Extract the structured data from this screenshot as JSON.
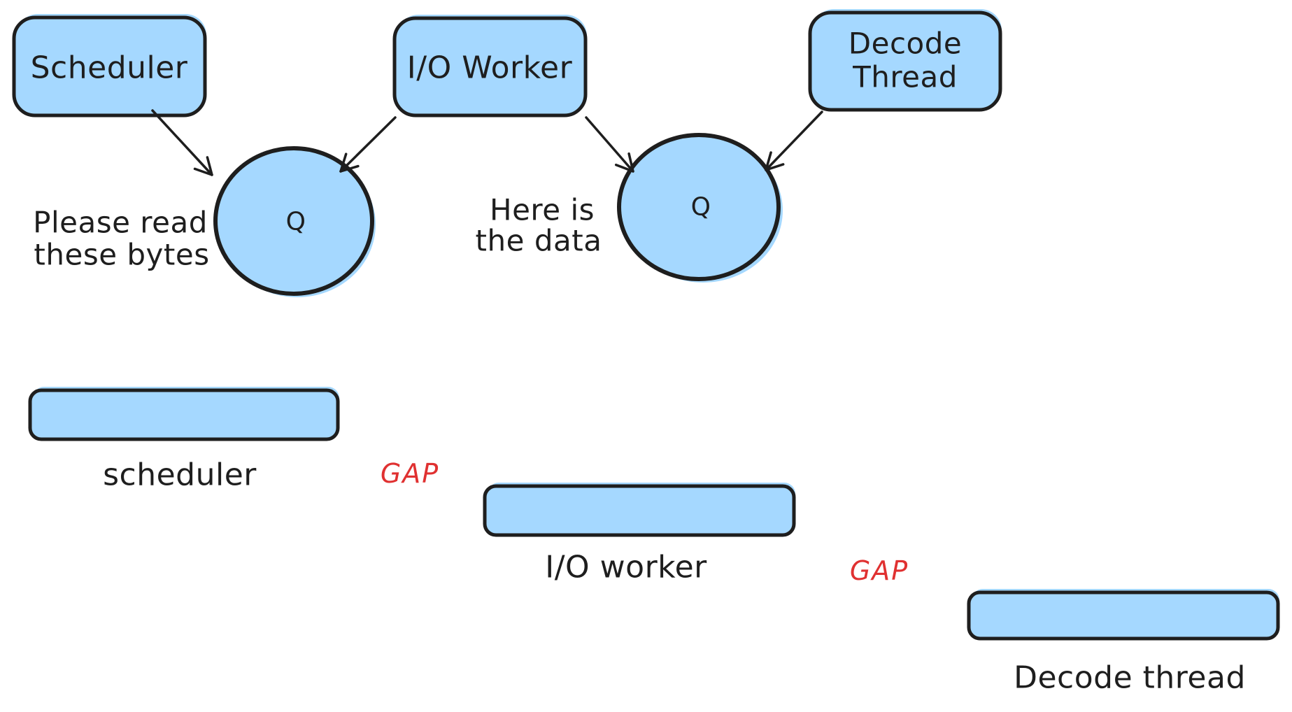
{
  "colors": {
    "node_fill": "#a5d8ff",
    "node_stroke": "#1e1e1e",
    "text": "#1e1e1e",
    "gap_text": "#e03131",
    "background": "#ffffff"
  },
  "flow_diagram": {
    "boxes": {
      "scheduler": {
        "label": "Scheduler"
      },
      "io_worker": {
        "label": "I/O Worker"
      },
      "decode_thread": {
        "label_line1": "Decode",
        "label_line2": "Thread"
      }
    },
    "queues": {
      "request_queue": {
        "label": "Q"
      },
      "data_queue": {
        "label": "Q"
      }
    },
    "messages": {
      "scheduler_to_queue": {
        "line1": "Please read",
        "line2": "these bytes"
      },
      "io_to_queue": {
        "line1": "Here is",
        "line2": "the data"
      }
    }
  },
  "timeline": {
    "bars": {
      "scheduler": {
        "label": "scheduler"
      },
      "io_worker": {
        "label": "I/O worker"
      },
      "decode_thread": {
        "label": "Decode thread"
      }
    },
    "gaps": {
      "gap1": {
        "label": "GAP"
      },
      "gap2": {
        "label": "GAP"
      }
    }
  }
}
